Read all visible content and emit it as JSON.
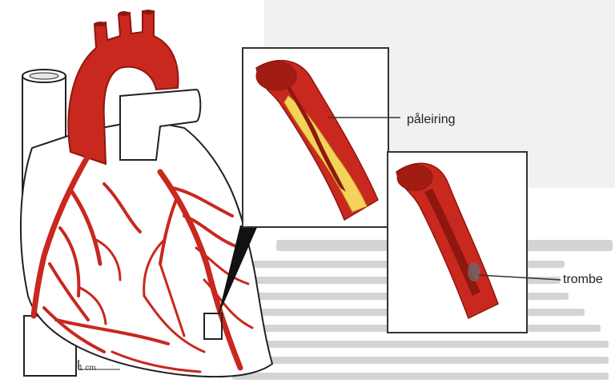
{
  "diagram": {
    "labels": {
      "plaque": "påleiring",
      "thrombus": "trombe",
      "scale_mark": "1 cm"
    },
    "colors": {
      "artery_red": "#c8281e",
      "artery_dark": "#8e1710",
      "plaque_yellow": "#f3d35a",
      "inset_border": "#333333",
      "heart_outline": "#222222",
      "background_text": "#c9c9c9"
    },
    "icons": [
      "heart-illustration",
      "artery-with-plaque-illustration",
      "artery-with-thrombus-illustration"
    ]
  }
}
